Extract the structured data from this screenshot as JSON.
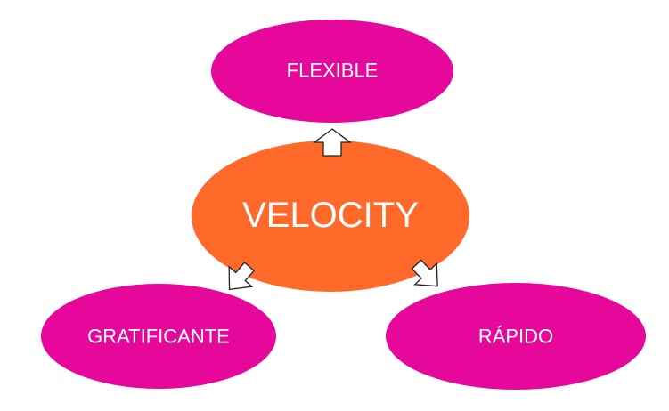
{
  "diagram": {
    "center": {
      "label": "VELOCITY",
      "color": "#ff6a2a"
    },
    "top": {
      "label": "FLEXIBLE",
      "color": "#e6079b"
    },
    "left": {
      "label": "GRATIFICANTE",
      "color": "#e6079b"
    },
    "right": {
      "label": "RÁPIDO",
      "color": "#e6079b"
    }
  }
}
